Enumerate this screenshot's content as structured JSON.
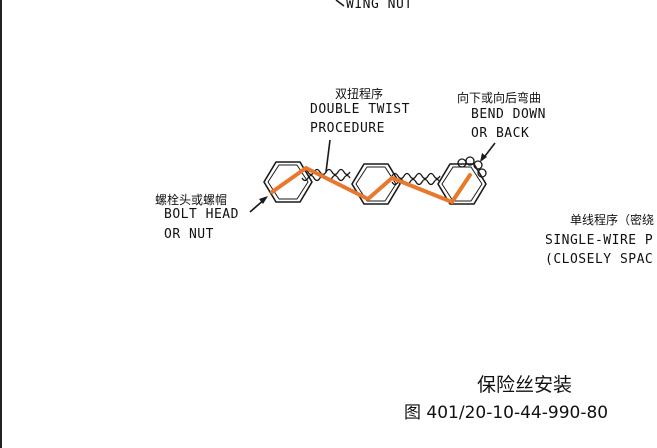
{
  "colors": {
    "line": "#1a1a1a",
    "wire": "#e8782b",
    "paper": "#ffffff"
  },
  "labels": {
    "wing_nut_en": "WING NUT",
    "double_twist_cn": "双扭程序",
    "double_twist_en_1": "DOUBLE TWIST",
    "double_twist_en_2": "PROCEDURE",
    "bend_cn": "向下或向后弯曲",
    "bend_en_1": "BEND DOWN",
    "bend_en_2": "OR BACK",
    "bolt_cn": "螺栓头或螺帽",
    "bolt_en_1": "BOLT HEAD",
    "bolt_en_2": "OR NUT",
    "single_cn": "单线程序（密绕",
    "single_en_1": "SINGLE-WIRE P",
    "single_en_2": "(CLOSELY SPAC"
  },
  "caption": {
    "title": "保险丝安装",
    "figure": "图 401/20-10-44-990-80"
  }
}
